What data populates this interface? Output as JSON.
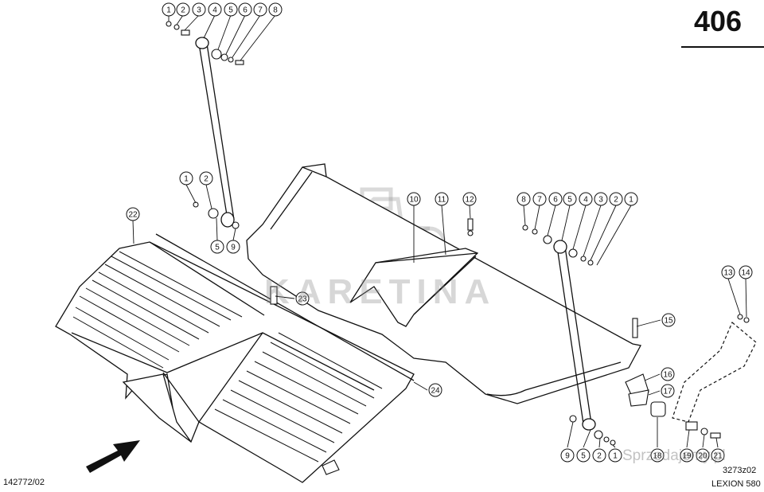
{
  "page_number": "406",
  "drawing_id_left": "142772/02",
  "drawing_id_right": "3273z02",
  "model": "LEXION 580",
  "watermark_text": "KARETINA",
  "site_watermark": "Sprzedajemy.pl",
  "callouts": [
    {
      "label": "1"
    },
    {
      "label": "2"
    },
    {
      "label": "3"
    },
    {
      "label": "4"
    },
    {
      "label": "5"
    },
    {
      "label": "6"
    },
    {
      "label": "7"
    },
    {
      "label": "8"
    },
    {
      "label": "1"
    },
    {
      "label": "2"
    },
    {
      "label": "5"
    },
    {
      "label": "9"
    },
    {
      "label": "22"
    },
    {
      "label": "10"
    },
    {
      "label": "11"
    },
    {
      "label": "12"
    },
    {
      "label": "8"
    },
    {
      "label": "7"
    },
    {
      "label": "6"
    },
    {
      "label": "5"
    },
    {
      "label": "4"
    },
    {
      "label": "3"
    },
    {
      "label": "2"
    },
    {
      "label": "1"
    },
    {
      "label": "13"
    },
    {
      "label": "14"
    },
    {
      "label": "23"
    },
    {
      "label": "15"
    },
    {
      "label": "16"
    },
    {
      "label": "17"
    },
    {
      "label": "24"
    },
    {
      "label": "18"
    },
    {
      "label": "19"
    },
    {
      "label": "20"
    },
    {
      "label": "21"
    },
    {
      "label": "9"
    },
    {
      "label": "5"
    },
    {
      "label": "2"
    },
    {
      "label": "1"
    }
  ],
  "colors": {
    "line": "#111111",
    "watermark": "#8c8c8c",
    "accent": "#e8473b"
  }
}
